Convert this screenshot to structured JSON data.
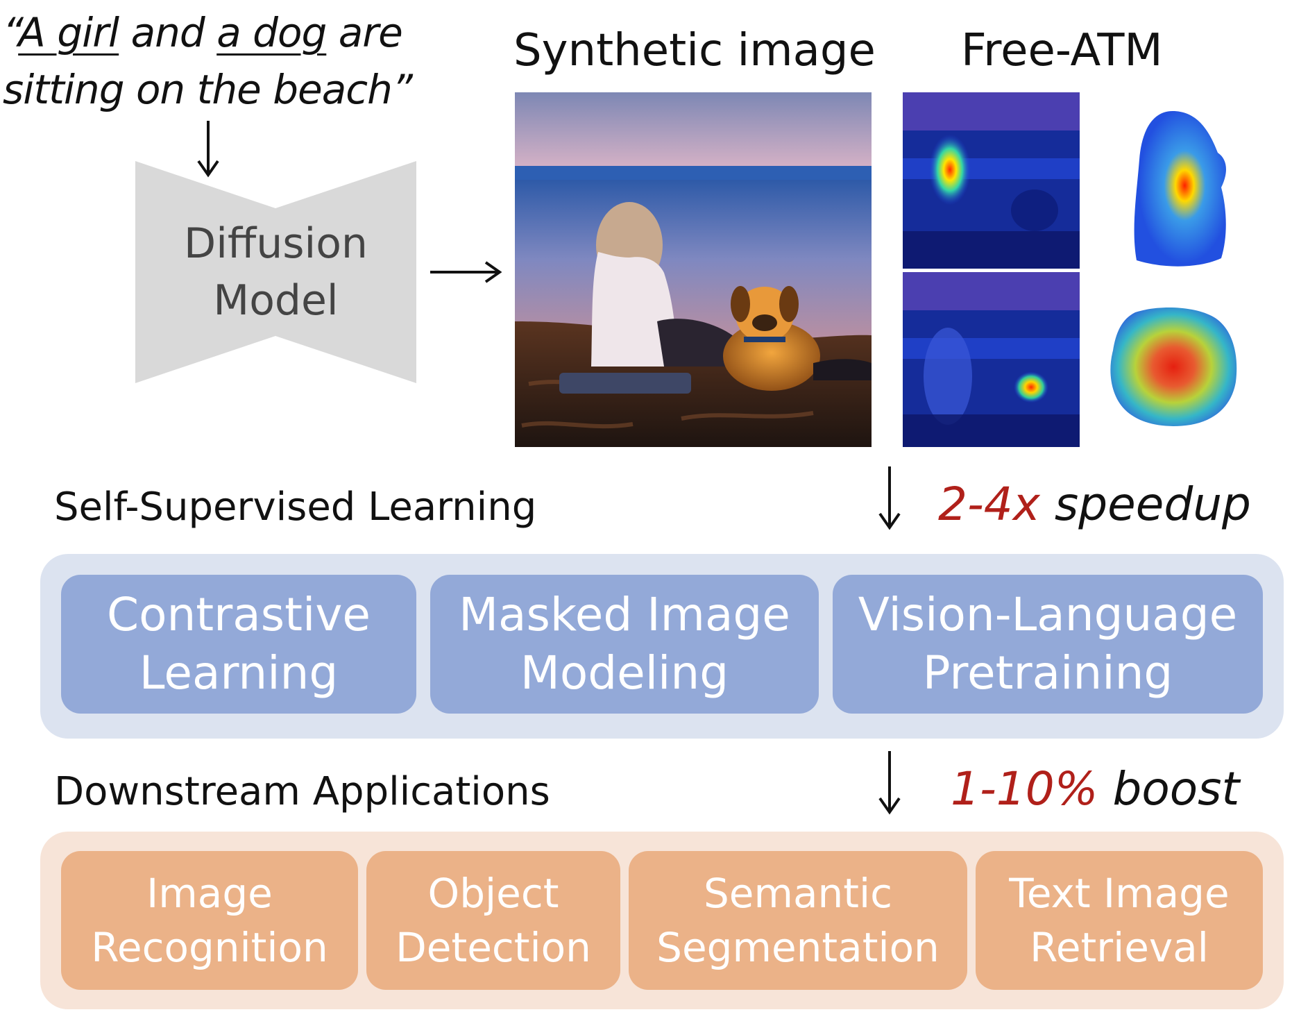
{
  "prompt": {
    "quote_open": "“",
    "a_girl": "A girl",
    "and": " and ",
    "a_dog": "a dog",
    "are": " are",
    "line2": "sitting on the beach”"
  },
  "diffusion": {
    "line1": "Diffusion",
    "line2": "Model",
    "color": "#d9d9d9"
  },
  "headings": {
    "synthetic": "Synthetic image",
    "free_atm": "Free-ATM"
  },
  "ssl": {
    "title": "Self-Supervised Learning",
    "stat_value": "2-4x",
    "stat_text": " speedup",
    "methods": [
      {
        "line1": "Contrastive",
        "line2": "Learning"
      },
      {
        "line1": "Masked Image",
        "line2": "Modeling"
      },
      {
        "line1": "Vision-Language",
        "line2": "Pretraining"
      }
    ],
    "panel_color": "#dce3f0",
    "box_color": "#93a9d8"
  },
  "downstream": {
    "title": "Downstream Applications",
    "stat_value": "1-10%",
    "stat_text": " boost",
    "apps": [
      {
        "line1": "Image",
        "line2": "Recognition"
      },
      {
        "line1": "Object",
        "line2": "Detection"
      },
      {
        "line1": "Semantic",
        "line2": "Segmentation"
      },
      {
        "line1": "Text Image",
        "line2": "Retrieval"
      }
    ],
    "panel_color": "#f7e4d8",
    "box_color": "#ebb288"
  },
  "accent_color": "#b0201a"
}
